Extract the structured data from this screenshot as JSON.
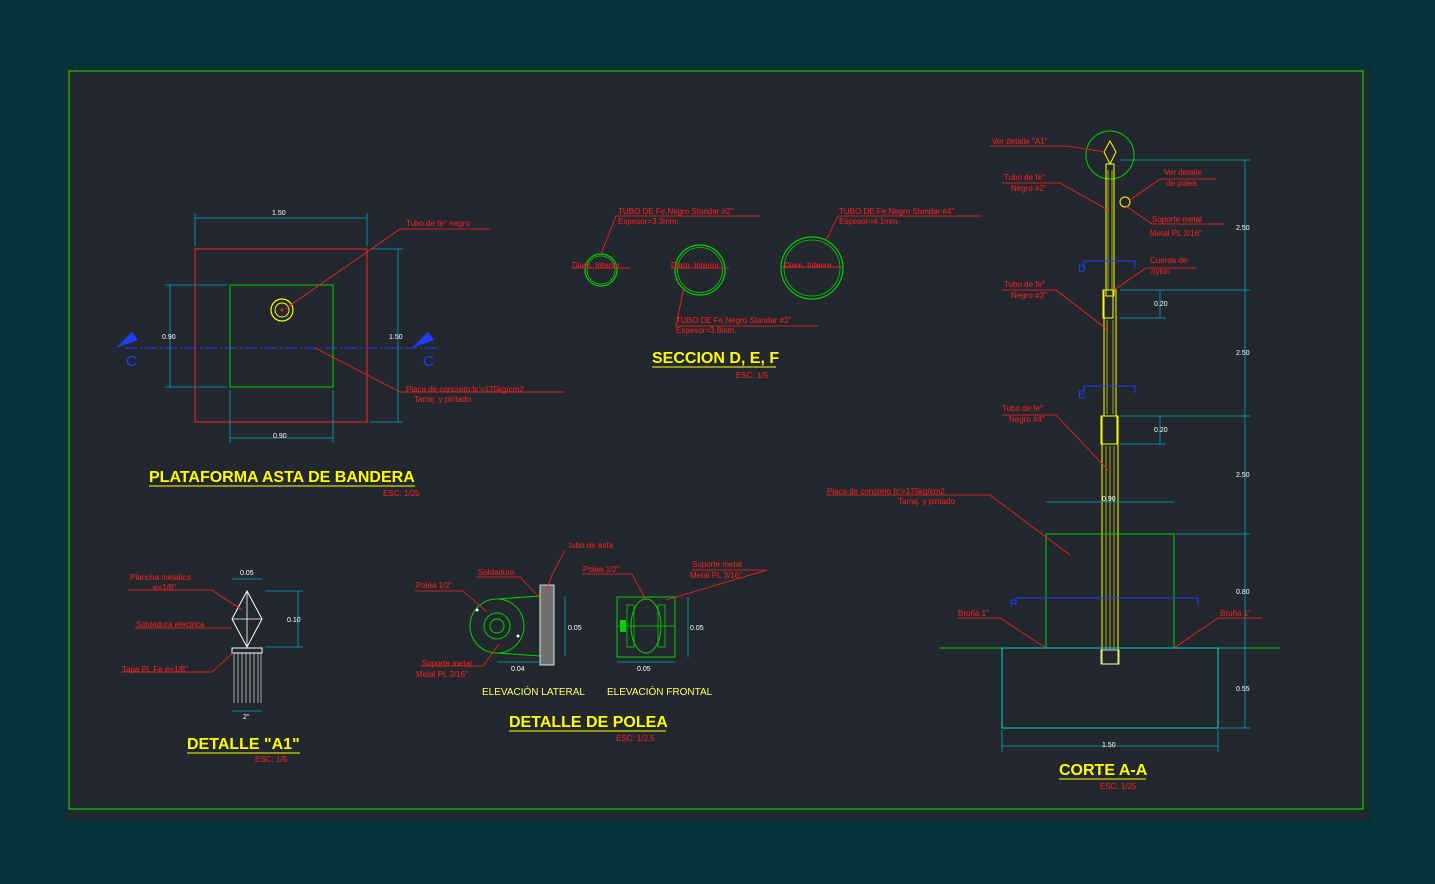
{
  "colors": {
    "background": "#04323a",
    "paper": "#22282e",
    "frame": "#00d000",
    "titles": "#ffff00",
    "labels": "#ff2020",
    "section_markers": "#1f3dff",
    "dimensions": "#00a5c8"
  },
  "plataforma": {
    "title": "PLATAFORMA ASTA DE BANDERA",
    "scale": "ESC: 1/25",
    "dim_top": "1.50",
    "dim_right": "1.50",
    "dim_left": "0.90",
    "dim_bottom": "0.90",
    "label_tubo": "Tubo de fe° negro",
    "label_placa_1": "Placa de concreto fc'=175kg/cm2",
    "label_placa_2": "Tarraj. y pintado",
    "section_left": "C",
    "section_right": "C"
  },
  "seccion": {
    "title": "SECCION D, E, F",
    "scale": "ESC: 1/5",
    "tubo2_label": "TUBO DE Fe.Negro Standar #2\"",
    "tubo2_espesor": "Espesor=3.3mm.",
    "tubo2_diam": "Diam. Interior",
    "tubo3_label": "TUBO DE Fe.Negro Standar #3\"",
    "tubo3_espesor": "Espesor=3.8mm.",
    "tubo3_diam": "Diam. Interior",
    "tubo4_label": "TUBO DE Fe.Negro Standar #4\"",
    "tubo4_espesor": "Espesor=4.1mm.",
    "tubo4_diam": "Diam. Interior"
  },
  "detalle_a1": {
    "title": "DETALLE \"A1\"",
    "scale": "ESC: 1/5",
    "label_plancha_1": "Plancha metalica",
    "label_plancha_2": "e=1/8\"",
    "label_soldadura": "Soldadura electrica",
    "label_tapa": "Tapa PL Fe e=1/8\"",
    "dim_top": "0.05",
    "dim_right": "0.10",
    "dim_bottom": "2\""
  },
  "detalle_polea": {
    "title": "DETALLE DE POLEA",
    "scale": "ESC: 1/2.5",
    "label_tubo_asta": "tubo de asta",
    "label_soldadura": "Soldadura",
    "label_polea_lat": "Polea 1/2\"",
    "label_soporte_lat_1": "Soporte metal",
    "label_soporte_lat_2": "Metal PL 3/16\"",
    "label_polea_front": "Polea 1/2\"",
    "label_soporte_front_1": "Soporte metal",
    "label_soporte_front_2": "Metal PL 3/16\"",
    "dim_lat_w": "0.04",
    "dim_lat_h": "0.05",
    "dim_front_w": "0.05",
    "dim_front_h": "0.05",
    "elev_lateral": "ELEVACIÓN LATERAL",
    "elev_frontal": "ELEVACIÓN FRONTAL"
  },
  "corte": {
    "title": "CORTE A-A",
    "scale": "ESC: 1/25",
    "label_ver_a1": "Ver detalle \"A1\"",
    "label_ver_polea_1": "Ver detalle",
    "label_ver_polea_2": "de polea",
    "label_tubo2_1": "Tubo de fe°",
    "label_tubo2_2": "Negro #2\"",
    "label_soporte_1": "Soporte metal",
    "label_soporte_2": "Metal PL 3/16\"",
    "label_cuerda_1": "Cuerda de",
    "label_cuerda_2": "nylon",
    "label_tubo3_1": "Tubo de fe°",
    "label_tubo3_2": "Negro #3\"",
    "label_tubo4_1": "Tubo de fe°",
    "label_tubo4_2": "Negro #4\"",
    "label_placa_1": "Placa de concreto fc'=175kg/cm2",
    "label_placa_2": "Tarraj. y pintado",
    "label_bruna_left": "Bruña 1\"",
    "label_bruna_right": "Bruña 1\"",
    "dim_2_50_a": "2.50",
    "dim_2_50_b": "2.50",
    "dim_2_50_c": "2.50",
    "dim_0_80": "0.80",
    "dim_0_55": "0.55",
    "dim_0_20_a": "0.20",
    "dim_0_20_b": "0.20",
    "dim_0_90": "0.90",
    "dim_1_50": "1.50",
    "marker_d": "D",
    "marker_e": "E",
    "marker_f": "F"
  }
}
